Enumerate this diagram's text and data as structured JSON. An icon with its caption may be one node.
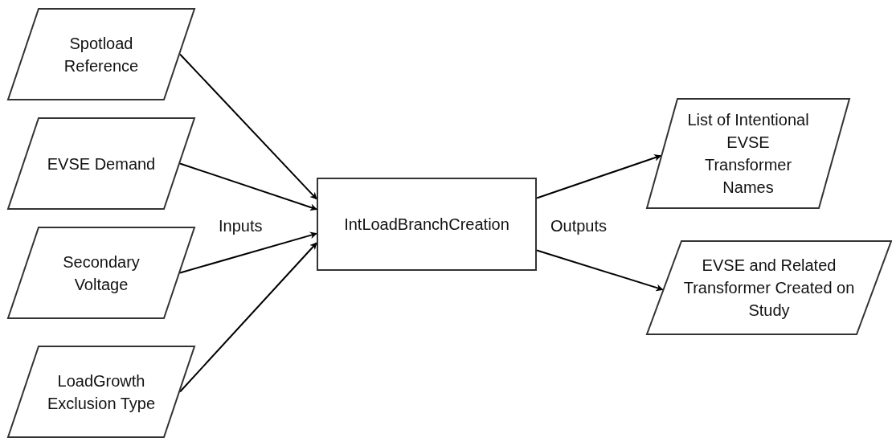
{
  "diagram": {
    "nodes": [
      {
        "text": [
          "Spotload Reference"
        ]
      },
      {
        "text": [
          "EVSE Demand"
        ]
      },
      {
        "text": [
          "Secondary Voltage"
        ]
      },
      {
        "text": [
          "LoadGrowth Exclusion Type"
        ]
      },
      {
        "text": [
          "IntLoadBranchCreation"
        ]
      },
      {
        "text": [
          "List of Intentional EVSE Transformer Names"
        ]
      },
      {
        "text": [
          "EVSE and Related Transformer Created on Study"
        ]
      }
    ],
    "edges": [
      {
        "from": 0,
        "to": 4,
        "arrow": "to"
      },
      {
        "from": 1,
        "to": 4,
        "arrow": "to"
      },
      {
        "from": 2,
        "to": 4,
        "arrow": "to"
      },
      {
        "from": 3,
        "to": 4,
        "arrow": "to"
      },
      {
        "from": 4,
        "to": 5,
        "arrow": "to"
      },
      {
        "from": 4,
        "to": 6,
        "arrow": "to"
      }
    ],
    "labels": [
      "Inputs",
      "Outputs"
    ]
  }
}
